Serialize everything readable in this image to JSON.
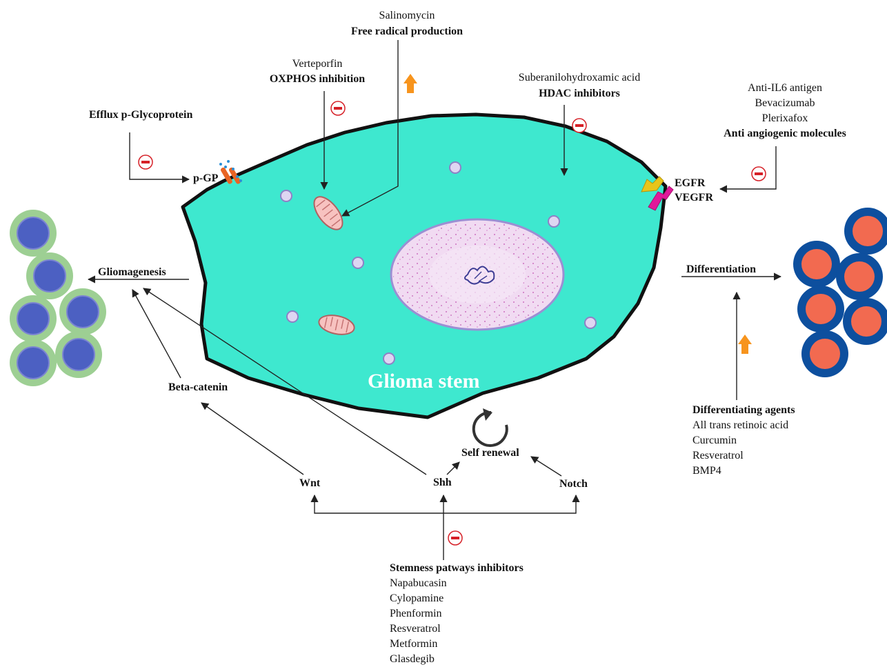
{
  "salinomycin": {
    "drug": "Salinomycin",
    "mechanism": "Free radical production"
  },
  "verteporfin": {
    "drug": "Verteporfin",
    "mechanism": "OXPHOS inhibition"
  },
  "saha": {
    "drug": "Suberanilohydroxamic acid",
    "mechanism": "HDAC inhibitors"
  },
  "antiangio": {
    "drugs": [
      "Anti-IL6 antigen",
      "Bevacizumab",
      "Plerixafox"
    ],
    "mechanism": "Anti angiogenic molecules"
  },
  "efflux": {
    "title": "Efflux p-Glycoprotein",
    "pgp": "p-GP"
  },
  "receptors": {
    "egfr": "EGFR",
    "vegfr": "VEGFR"
  },
  "cell_label": "Glioma stem",
  "gliomagenesis": "Gliomagenesis",
  "differentiation": "Differentiation",
  "beta_catenin": "Beta-catenin",
  "self_renewal": "Self renewal",
  "pathways": {
    "wnt": "Wnt",
    "shh": "Shh",
    "notch": "Notch"
  },
  "diff_agents": {
    "title": "Differentiating agents",
    "items": [
      "All trans retinoic acid",
      "Curcumin",
      "Resveratrol",
      "BMP4"
    ]
  },
  "stemness": {
    "title": "Stemness patways inhibitors",
    "items": [
      "Napabucasin",
      "Cylopamine",
      "Phenformin",
      "Resveratrol",
      "Metformin",
      "Glasdegib"
    ]
  },
  "colors": {
    "cell_fill": "#3ee8cf",
    "cell_outline": "#111111",
    "glioma_cell_outer": "#9dcf93",
    "glioma_cell_inner": "#4c60c2",
    "diff_cell_outer": "#0d4f9e",
    "diff_cell_inner": "#f26a50",
    "inhibit": "#d62027",
    "up_arrow": "#f7941d",
    "egfr": "#e8c51a",
    "vegfr": "#e0189a",
    "pgp": "#e86424"
  }
}
